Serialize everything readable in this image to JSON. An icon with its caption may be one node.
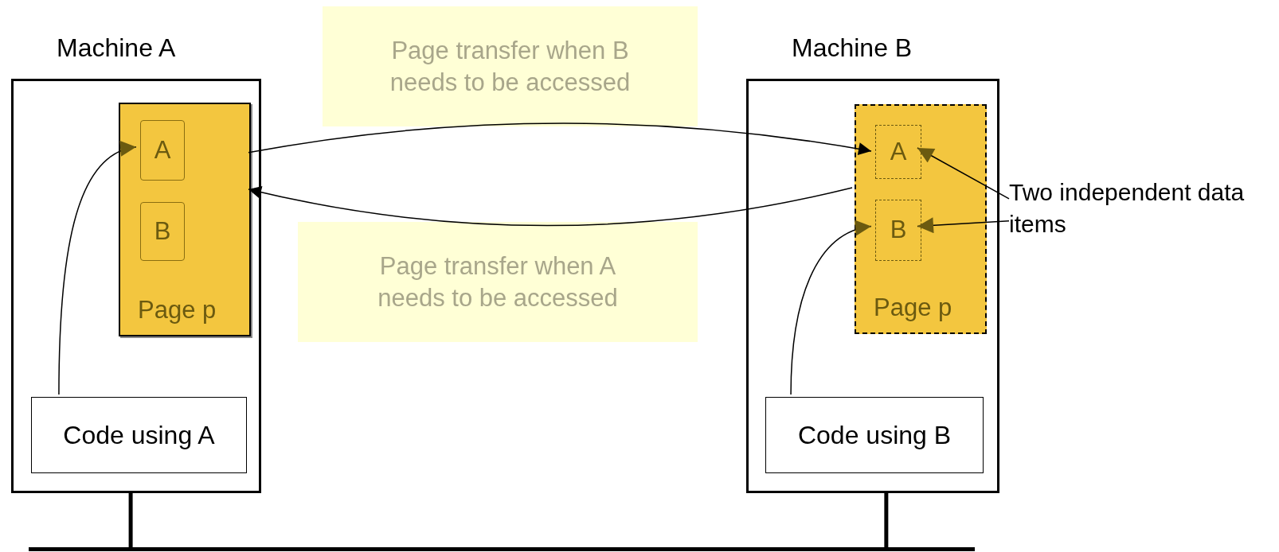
{
  "diagram": {
    "nodes": [
      {
        "text": [
          "Machine A"
        ]
      },
      {
        "text": [
          "Page p"
        ],
        "in": 0
      },
      {
        "text": [
          "A"
        ],
        "in": 1
      },
      {
        "text": [
          "B"
        ],
        "in": 1
      },
      {
        "text": [
          "Code using A"
        ],
        "in": 0
      },
      {
        "text": [
          "Machine B"
        ]
      },
      {
        "text": [
          "Page p"
        ],
        "in": 5
      },
      {
        "text": [
          "A"
        ],
        "in": 6
      },
      {
        "text": [
          "B"
        ],
        "in": 6
      },
      {
        "text": [
          "Code using B"
        ],
        "in": 5
      },
      {
        "text": [
          "Two independent data items"
        ]
      },
      {
        "text": [
          "Page transfer when B needs to be accessed"
        ]
      },
      {
        "text": [
          "Page transfer when A needs to be accessed"
        ]
      },
      {
        "text": [],
        "shape": "bar"
      }
    ],
    "edges": [
      {
        "from": 1,
        "to": 7,
        "arrow": "to"
      },
      {
        "from": 6,
        "to": 1,
        "arrow": "to"
      },
      {
        "from": 4,
        "to": 2,
        "arrow": "to"
      },
      {
        "from": 9,
        "to": 8,
        "arrow": "to"
      },
      {
        "from": 10,
        "to": 7,
        "arrow": "to"
      },
      {
        "from": 10,
        "to": 8,
        "arrow": "to"
      },
      {
        "from": 0,
        "to": 13,
        "arrow": "none",
        "style": "thick"
      },
      {
        "from": 5,
        "to": 13,
        "arrow": "none",
        "style": "thick"
      }
    ]
  }
}
